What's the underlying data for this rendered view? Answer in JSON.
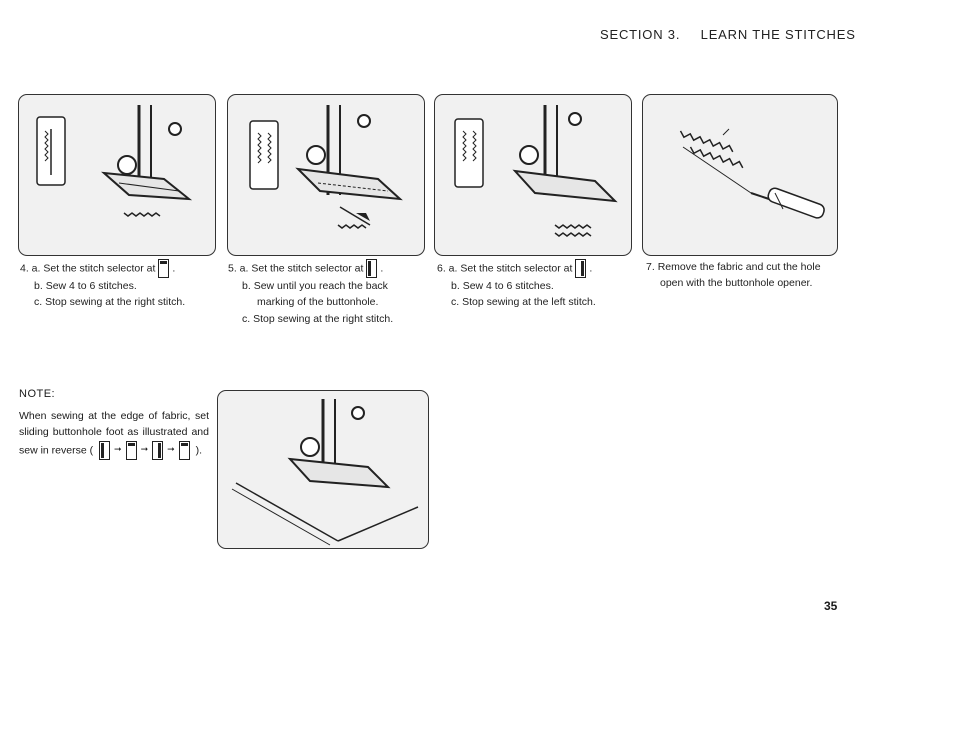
{
  "header": {
    "section": "SECTION 3.",
    "title": "LEARN THE STITCHES"
  },
  "steps": [
    {
      "lines": [
        {
          "prefix": "4. a.",
          "text": "Set the stitch selector at",
          "suffix": "."
        },
        {
          "prefix": "b.",
          "text": "Sew 4 to 6 stitches."
        },
        {
          "prefix": "c.",
          "text": "Stop sewing at the right stitch."
        }
      ]
    },
    {
      "lines": [
        {
          "prefix": "5. a.",
          "text": "Set the stitch selector at",
          "suffix": "."
        },
        {
          "prefix": "b.",
          "text": "Sew until you reach the back",
          "cont": "marking of the buttonhole."
        },
        {
          "prefix": "c.",
          "text": "Stop sewing at the right stitch."
        }
      ]
    },
    {
      "lines": [
        {
          "prefix": "6. a.",
          "text": "Set the stitch selector at",
          "suffix": "."
        },
        {
          "prefix": "b.",
          "text": "Sew 4 to 6 stitches."
        },
        {
          "prefix": "c.",
          "text": "Stop sewing at the left stitch."
        }
      ]
    },
    {
      "lines": [
        {
          "prefix": "7.",
          "text": "Remove the fabric and cut the hole",
          "cont": "open with the buttonhole opener."
        }
      ]
    }
  ],
  "note": {
    "title": "NOTE:",
    "body": "When sewing at the edge of fabric, set sliding buttonhole foot as illustrated and sew in reverse (",
    "end": ")."
  },
  "page_number": "35"
}
